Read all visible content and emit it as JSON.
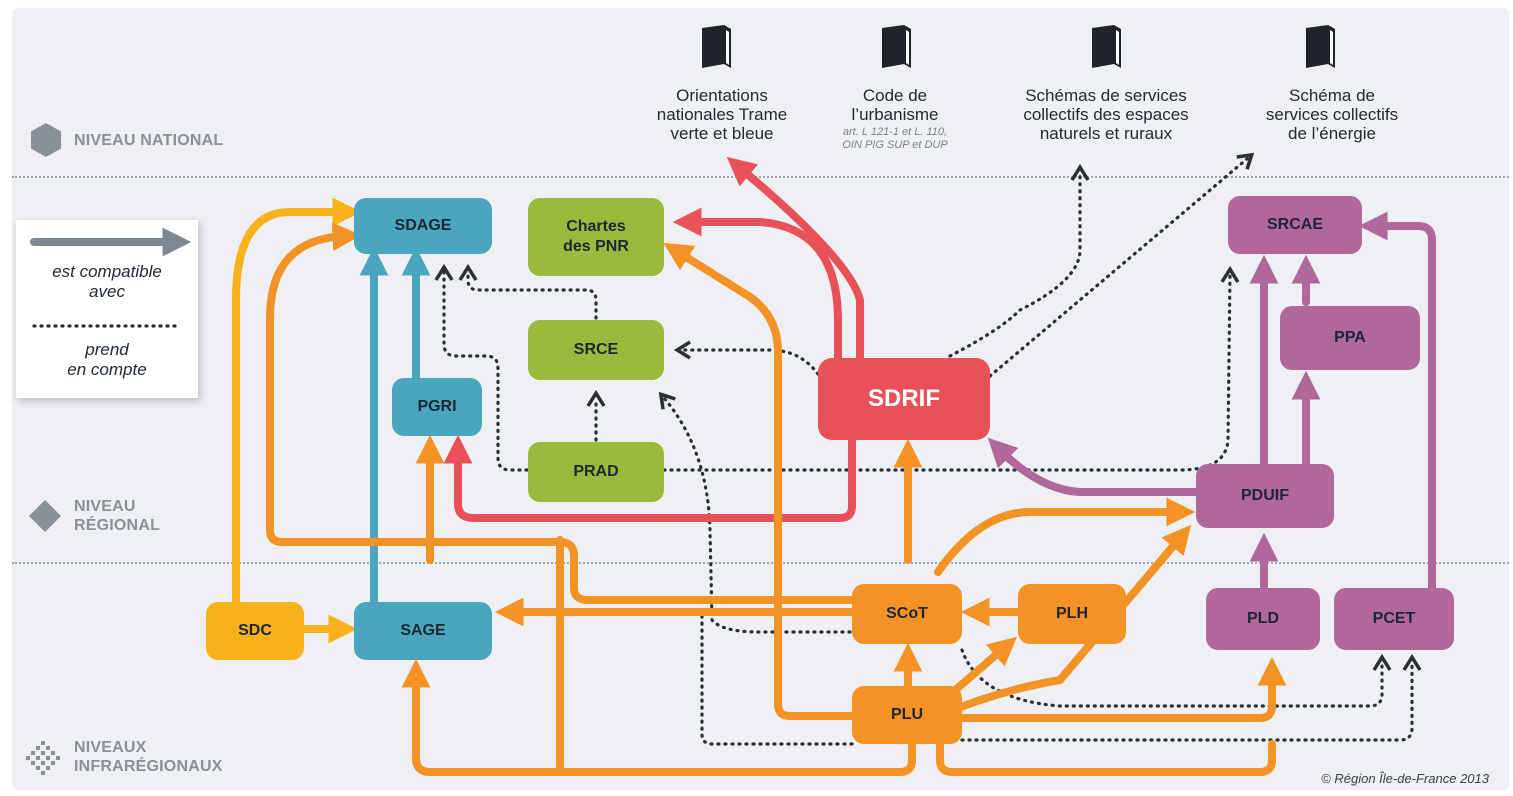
{
  "levels": {
    "national": "NIVEAU NATIONAL",
    "regional_line1": "NIVEAU",
    "regional_line2": "RÉGIONAL",
    "infra_line1": "NIVEAUX",
    "infra_line2": "INFRARÉGIONAUX"
  },
  "legend": {
    "compatible_line1": "est compatible",
    "compatible_line2": "avec",
    "prend_line1": "prend",
    "prend_line2": "en compte"
  },
  "sources": {
    "tvb": [
      "Orientations",
      "nationales Trame",
      "verte et bleue"
    ],
    "code": [
      "Code de",
      "l’urbanisme"
    ],
    "code_sub": [
      "art. L 121-1 et L. 110,",
      "OIN PIG SUP et DUP"
    ],
    "schemas_nat": [
      "Schémas de services",
      "collectifs des espaces",
      "naturels et ruraux"
    ],
    "schema_energie": [
      "Schéma de",
      "services collectifs",
      "de l’énergie"
    ]
  },
  "nodes": {
    "sdage": "SDAGE",
    "chartes": [
      "Chartes",
      "des PNR"
    ],
    "srce": "SRCE",
    "pgri": "PGRI",
    "prad": "PRAD",
    "sdrif": "SDRIF",
    "srcae": "SRCAE",
    "ppa": "PPA",
    "pduif": "PDUIF",
    "sdc": "SDC",
    "sage": "SAGE",
    "scot": "SCoT",
    "plh": "PLH",
    "plu": "PLU",
    "pld": "PLD",
    "pcet": "PCET"
  },
  "colors": {
    "panel": "#eef0f3",
    "blue": "#4aa6bf",
    "green": "#9bb93c",
    "orange": "#f39325",
    "yellow": "#f9b21b",
    "purple": "#b0679a",
    "red": "#e95158",
    "dotted": "#2b2f36",
    "legend_arrow": "#7f8792"
  },
  "copyright": "© Région Île-de-France 2013"
}
